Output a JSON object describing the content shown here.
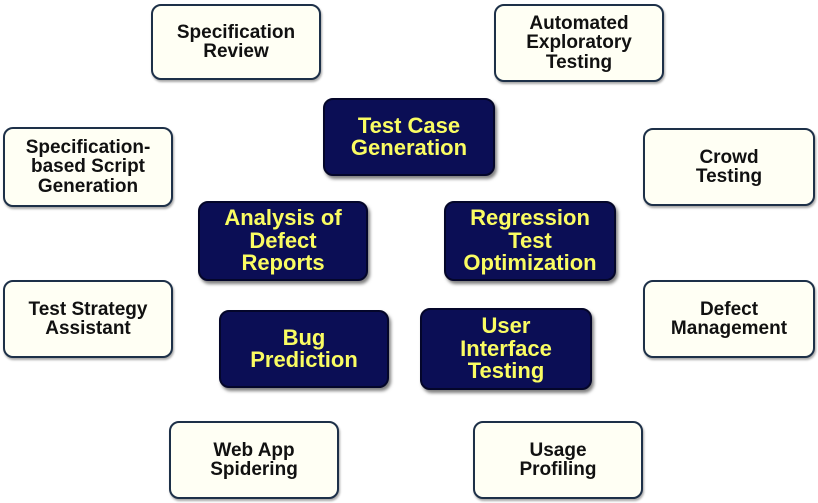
{
  "colors": {
    "outer_fill": "#fffff4",
    "outer_border": "#1d3048",
    "outer_text": "#111111",
    "inner_fill": "#0b0e55",
    "inner_text": "#fafc62"
  },
  "outer_nodes": {
    "specification_review": "Specification\nReview",
    "automated_exploratory_testing": "Automated\nExploratory\nTesting",
    "specification_based_script_generation": "Specification-\nbased Script\nGeneration",
    "crowd_testing": "Crowd\nTesting",
    "test_strategy_assistant": "Test Strategy\nAssistant",
    "defect_management": "Defect\nManagement",
    "web_app_spidering": "Web App\nSpidering",
    "usage_profiling": "Usage\nProfiling"
  },
  "inner_nodes": {
    "test_case_generation": "Test Case\nGeneration",
    "analysis_of_defect_reports": "Analysis of\nDefect\nReports",
    "regression_test_optimization": "Regression\nTest\nOptimization",
    "bug_prediction": "Bug\nPrediction",
    "user_interface_testing": "User\nInterface\nTesting"
  }
}
